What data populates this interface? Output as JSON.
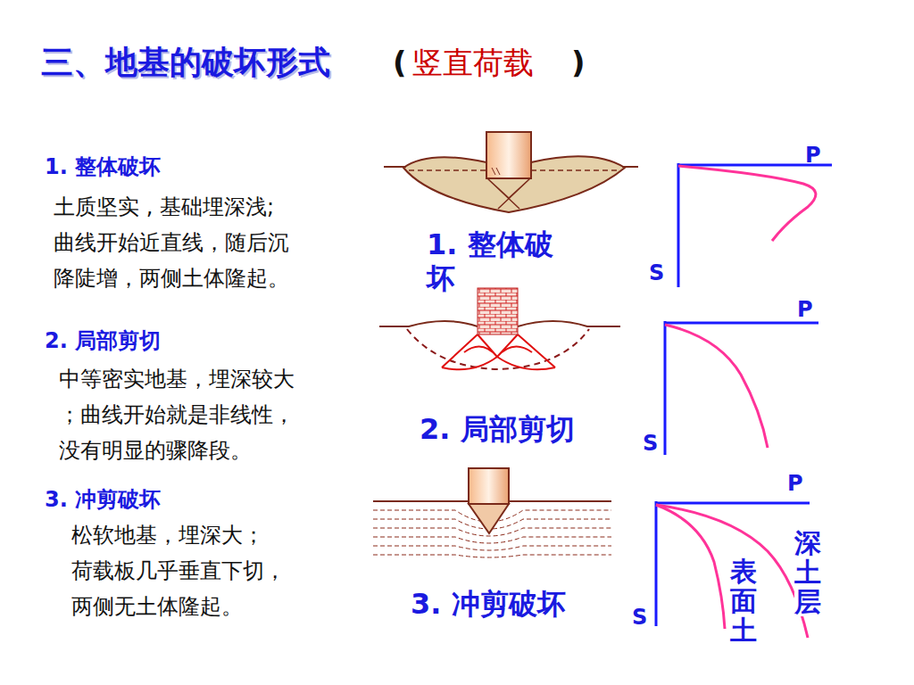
{
  "diagram": {
    "title": "三、地基的破坏形式",
    "labels": [
      "(",
      "竖直荷载",
      ")",
      "1. 整体破坏",
      "土质坚实 , 基础埋深浅;",
      "曲线开始近直线，随后沉",
      "降陡增，两侧土体隆起。",
      "1. 整体破坏",
      "P",
      "S",
      "2. 局部剪切",
      "中等密实地基，埋深较大",
      "；曲线开始就是非线性，",
      "没有明显的骤降段。",
      "2. 局部剪切",
      "P",
      "S",
      "3. 冲剪破坏",
      "松软地基，埋深大；",
      "荷载板几乎垂直下切，",
      "两侧无土体隆起。",
      "3. 冲剪破坏",
      "P",
      "S",
      "表面土",
      "深土层"
    ]
  }
}
